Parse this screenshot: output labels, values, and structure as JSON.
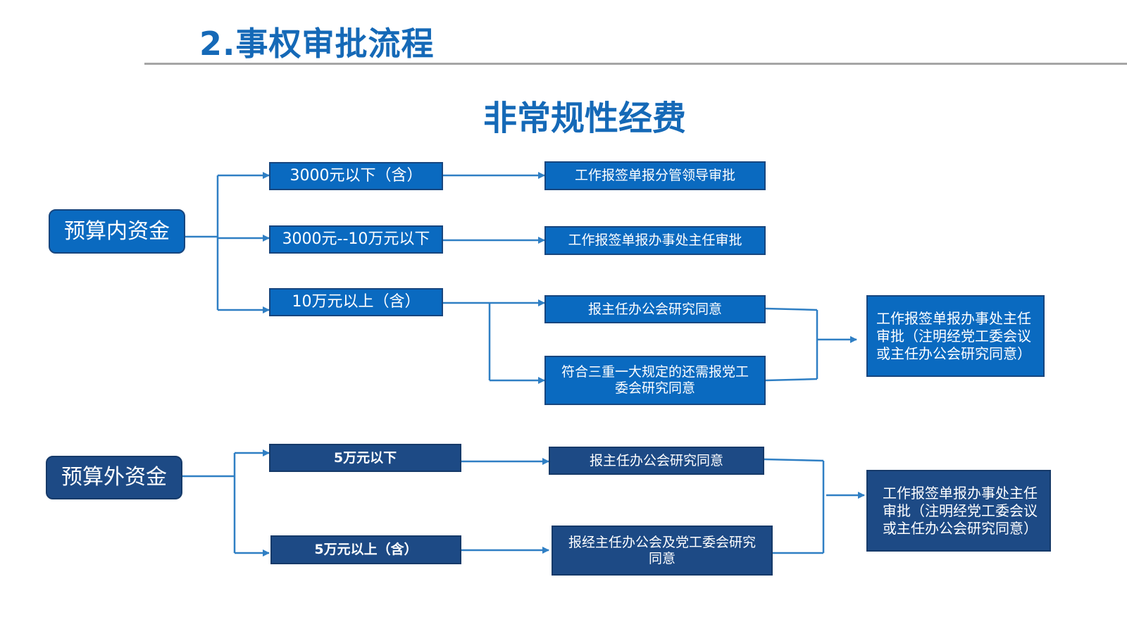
{
  "page": {
    "title": "2.事权审批流程",
    "subtitle": "非常规性经费"
  },
  "budget_in": {
    "label": "预算内资金",
    "tiers": [
      "3000元以下（含）",
      "3000元--10万元以下",
      "10万元以上（含）"
    ],
    "steps": [
      "工作报签单报分管领导审批",
      "工作报签单报办事处主任审批",
      "报主任办公会研究同意",
      "符合三重一大规定的还需报党工委会研究同意"
    ],
    "result": "工作报签单报办事处主任审批（注明经党工委会议或主任办公会研究同意）"
  },
  "budget_out": {
    "label": "预算外资金",
    "tiers": [
      "5万元以下",
      "5万元以上（含）"
    ],
    "steps": [
      "报主任办公会研究同意",
      "报经主任办公会及党工委会研究同意"
    ],
    "result": "工作报签单报办事处主任审批（注明经党工委会议或主任办公会研究同意）"
  },
  "colors": {
    "title": "#1569b7",
    "box_blue": "#0a6ac0",
    "box_navy": "#1d4a85",
    "connector": "#2f7fc4",
    "rule": "#a5a5a5"
  }
}
